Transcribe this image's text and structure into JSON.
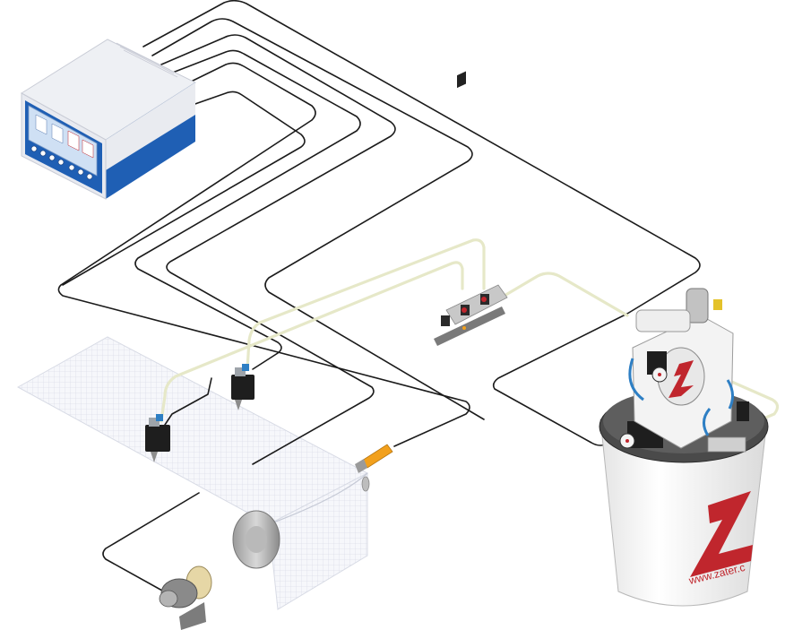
{
  "diagram": {
    "components": [
      {
        "id": "control-unit",
        "label": "",
        "icon": "controller-box"
      },
      {
        "id": "glue-valve-1",
        "label": "",
        "icon": "dispensing-valve"
      },
      {
        "id": "glue-valve-2",
        "label": "",
        "icon": "dispensing-valve"
      },
      {
        "id": "solenoid-manifold",
        "label": "",
        "icon": "manifold"
      },
      {
        "id": "pump-tank",
        "label": "",
        "icon": "diaphragm-pump-tank"
      },
      {
        "id": "photo-sensor",
        "label": "",
        "icon": "sensor"
      },
      {
        "id": "encoder",
        "label": "",
        "icon": "encoder"
      },
      {
        "id": "conveyor",
        "label": "",
        "icon": "conveyor-belt"
      }
    ],
    "connections": [
      {
        "from": "control-unit",
        "to": "glue-valve-1",
        "kind": "cable"
      },
      {
        "from": "control-unit",
        "to": "glue-valve-2",
        "kind": "cable"
      },
      {
        "from": "control-unit",
        "to": "solenoid-manifold",
        "kind": "cable"
      },
      {
        "from": "control-unit",
        "to": "pump-tank",
        "kind": "cable"
      },
      {
        "from": "control-unit",
        "to": "photo-sensor",
        "kind": "cable"
      },
      {
        "from": "control-unit",
        "to": "encoder",
        "kind": "cable"
      },
      {
        "from": "solenoid-manifold",
        "to": "glue-valve-1",
        "kind": "hose"
      },
      {
        "from": "solenoid-manifold",
        "to": "glue-valve-2",
        "kind": "hose"
      },
      {
        "from": "pump-tank",
        "to": "solenoid-manifold",
        "kind": "hose"
      }
    ],
    "tank_logo": "Z",
    "tank_url": "www.zater.c",
    "colors": {
      "cable": "#1b1b1b",
      "hose": "#e6e8c8",
      "control_blue": "#1f5fb4",
      "brand_red": "#c0262d",
      "sensor_orange": "#f2a01c"
    }
  }
}
